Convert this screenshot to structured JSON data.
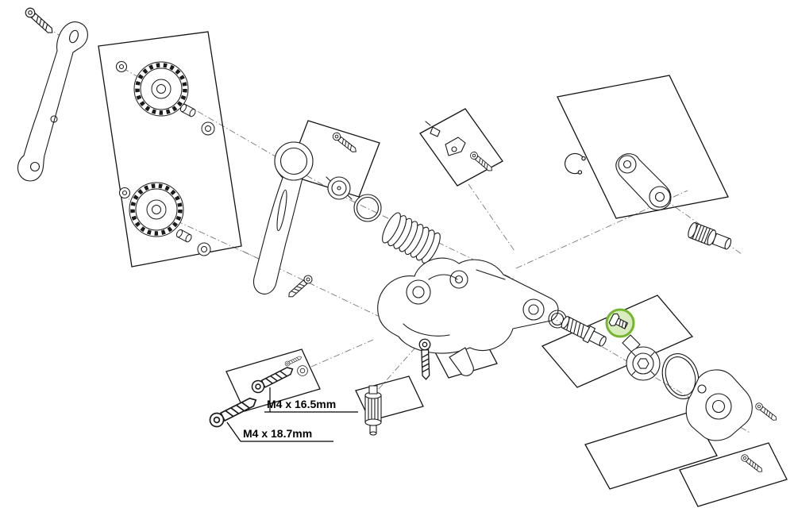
{
  "diagram": {
    "kind": "exploded-parts-diagram",
    "subject": "rear-derailleur-exploded-view",
    "background": "#ffffff",
    "line_color": "#1a1a1a",
    "labels": {
      "m4_165": {
        "text": "M4 x 16.5mm"
      },
      "m4_187": {
        "text": "M4 x 18.7mm"
      }
    },
    "highlight": {
      "part": "b-adjust-bolt",
      "ring_color": "#74b62e",
      "fill_color": "#d9ecbe"
    },
    "parts": [
      "fixing-bolt",
      "outer-cage-plate",
      "pulley-panel",
      "upper-pulley",
      "lower-pulley",
      "pulley-bolt-upper",
      "pulley-bolt-lower",
      "pulley-bushing-upper",
      "pulley-bushing-lower",
      "pulley-cap-upper",
      "pulley-cap-lower",
      "inner-cage-plate",
      "plate-bolt",
      "stopper-panel",
      "stopper-bolt",
      "spring-cover",
      "spring-o-ring",
      "cage-tension-spring",
      "cable-fixing-panel",
      "cable-fixing-plate",
      "cable-fixing-bolt",
      "cable-tip",
      "derailleur-body",
      "link-panel",
      "snap-ring",
      "outer-link",
      "adjust-barrel",
      "cage-stopper-screw",
      "stopper-screw-panel",
      "barrel-adjuster",
      "adjuster-panel",
      "cage-screw-16-5",
      "cage-screw-18-7",
      "screw-panel",
      "plate-washer",
      "body-o-ring",
      "b-axle-bolt",
      "b-adjust-bolt",
      "clutch-cam",
      "clutch-band",
      "bracket-cover",
      "cover-screw-upper",
      "cover-screw-lower",
      "cover-panel-a",
      "cover-panel-b",
      "axle-panel"
    ]
  }
}
